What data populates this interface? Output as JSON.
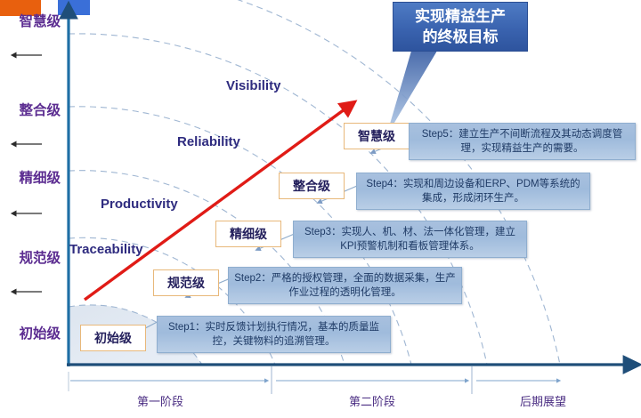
{
  "meta": {
    "title": "MES成熟度演进路线图",
    "accent_red": "#E01B16",
    "accent_blue": "#2E549E",
    "accent_orange": "#E8600E",
    "level_text_color": "#5C2D91",
    "english_text_color": "#2E2B7F"
  },
  "topbars": {
    "orange": "#E8600E",
    "blue": "#3A6FD8"
  },
  "y_axis": {
    "levels": [
      {
        "label": "智慧级"
      },
      {
        "label": "整合级"
      },
      {
        "label": "精细级"
      },
      {
        "label": "规范级"
      },
      {
        "label": "初始级"
      }
    ]
  },
  "capability_bands": [
    {
      "label": "Visibility"
    },
    {
      "label": "Reliability"
    },
    {
      "label": "Productivity"
    },
    {
      "label": "Traceability"
    }
  ],
  "level_boxes": [
    {
      "label": "初始级"
    },
    {
      "label": "规范级"
    },
    {
      "label": "精细级"
    },
    {
      "label": "整合级"
    },
    {
      "label": "智慧级"
    }
  ],
  "steps": [
    {
      "name": "Step1",
      "text": "Step1：实时反馈计划执行情况，基本的质量监控，关键物料的追溯管理。"
    },
    {
      "name": "Step2",
      "text": "Step2：严格的授权管理，全面的数据采集，生产作业过程的透明化管理。"
    },
    {
      "name": "Step3",
      "text": "Step3：实现人、机、材、法一体化管理，建立KPI预警机制和看板管理体系。"
    },
    {
      "name": "Step4",
      "text": "Step4：实现和周边设备和ERP、PDM等系统的集成，形成闭环生产。"
    },
    {
      "name": "Step5",
      "text": "Step5：建立生产不间断流程及其动态调度管理，实现精益生产的需要。"
    }
  ],
  "callout": {
    "line1": "实现精益生产",
    "line2": "的终极目标"
  },
  "x_axis": {
    "phases": [
      {
        "label": "第一阶段"
      },
      {
        "label": "第二阶段"
      },
      {
        "label": "后期展望"
      }
    ]
  }
}
